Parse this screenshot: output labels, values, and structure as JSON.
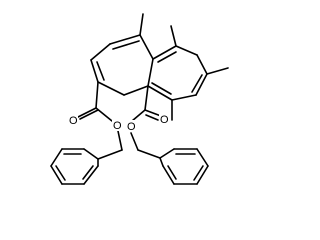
{
  "structure": {
    "atom_labels": {
      "o_ester_left": "O",
      "o_carbonyl_left": "O",
      "o_ester_right": "O",
      "o_carbonyl_right": "O"
    }
  }
}
